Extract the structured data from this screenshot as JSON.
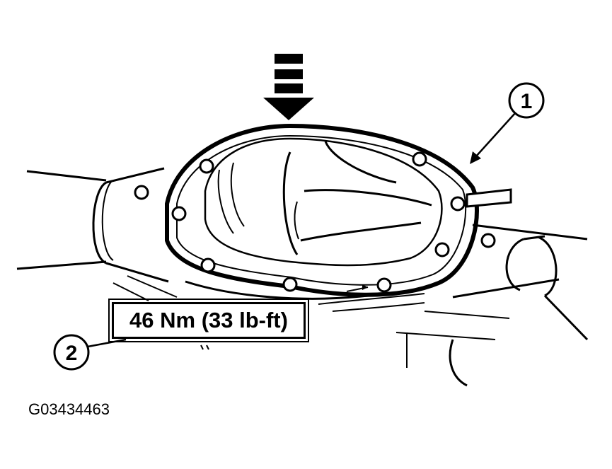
{
  "callouts": {
    "one": "1",
    "two": "2"
  },
  "torque_label": "46 Nm (33 lb-ft)",
  "figure_id": "G03434463",
  "colors": {
    "ink": "#000000",
    "paper": "#ffffff"
  }
}
